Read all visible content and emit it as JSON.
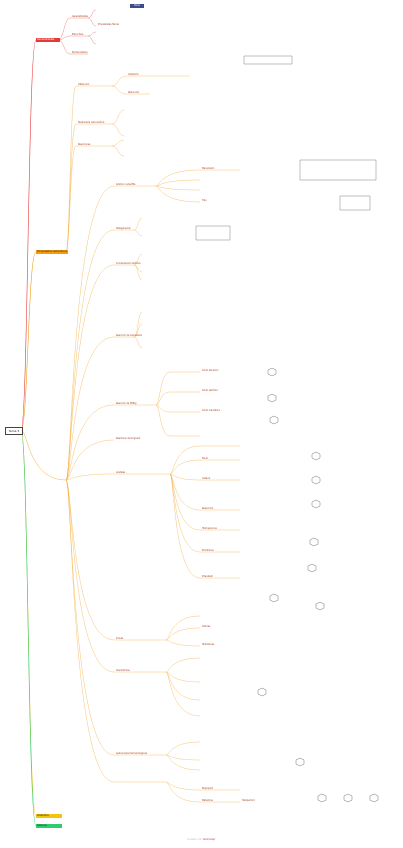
{
  "header": {
    "badge": "Tema"
  },
  "root": {
    "label": "Tema 5"
  },
  "branches": [
    {
      "label": "Generalidades cetonas",
      "color": "#e53935"
    },
    {
      "label": "Compuestos carbonílicos",
      "color": "#f39c12"
    },
    {
      "label": "Aldehídos",
      "color": "#f1c40f"
    },
    {
      "label": "Cetonas",
      "color": "#2ecc71"
    }
  ],
  "nodes": {
    "generalidades": "Generalidades",
    "obtencion": "Obtención",
    "oxidacion": "Oxidación",
    "reduccion": "Reducción",
    "adicion_nucleofila": "Adición nucleófila",
    "reacciones": "Reacciones",
    "mecanismo": "Mecanismo",
    "tipo": "Tipo",
    "tautomeria": "Tautomería ceto-enólica",
    "halogenacion": "Halogenación",
    "condensacion": "Condensación aldólica",
    "cannizzaro": "Reacción de Cannizzaro",
    "wittig": "Reacción de Wittig",
    "grignard": "Reactivos de Grignard",
    "acetales": "Acetales",
    "iminas": "Iminas",
    "oximas": "Oximas",
    "hidrazonas": "Hidrazonas",
    "cianhidrinas": "Cianhidrinas",
    "fenol": "Fenol",
    "catecol": "Catecol",
    "resorcinol": "Resorcinol",
    "hidroquinona": "Hidroquinona",
    "pirrolidona": "Pirrolidona",
    "piracetam": "Piracetam",
    "acido_benzoico": "Ácido benzoico",
    "acido_salicilico": "Ácido salicílico",
    "acido_mandelico": "Ácido mandélico",
    "bupropion": "Bupropión",
    "metadona": "Metadona",
    "haloperidol": "Haloperidol",
    "aplicaciones": "Aplicaciones farmacológicas",
    "estructura": "Estructura",
    "nomenclatura": "Nomenclatura",
    "propiedades": "Propiedades físicas"
  },
  "footer": {
    "prefix": "Creado con",
    "brand": "GoConqr"
  }
}
